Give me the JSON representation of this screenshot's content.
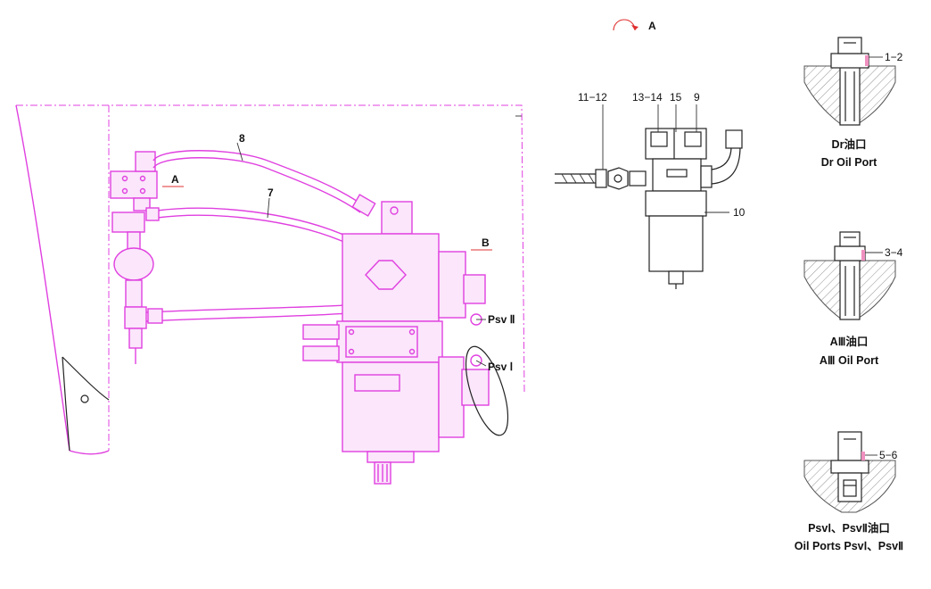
{
  "main_view": {
    "labels": {
      "item_8": "8",
      "item_7": "7",
      "view_a": "A",
      "view_b": "B",
      "psv2": "Psv Ⅱ",
      "psv1": "Psv Ⅰ"
    }
  },
  "filter_view": {
    "rotate_label": "A",
    "labels": {
      "item_11_12": "11−12",
      "item_13_14": "13−14",
      "item_15": "15",
      "item_9": "9",
      "item_10": "10"
    }
  },
  "port_details": [
    {
      "label": "1−2",
      "caption_cn": "Dr油口",
      "caption_en": "Dr Oil Port"
    },
    {
      "label": "3−4",
      "caption_cn": "AⅢ油口",
      "caption_en": "AⅢ Oil Port"
    },
    {
      "label": "5−6",
      "caption_cn": "PsvⅠ、PsvⅡ油口",
      "caption_en": "Oil Ports PsvⅠ、PsvⅡ"
    }
  ],
  "colors": {
    "component_line": "#e040e0",
    "detail_line": "#222222",
    "accent": "#e03030"
  }
}
